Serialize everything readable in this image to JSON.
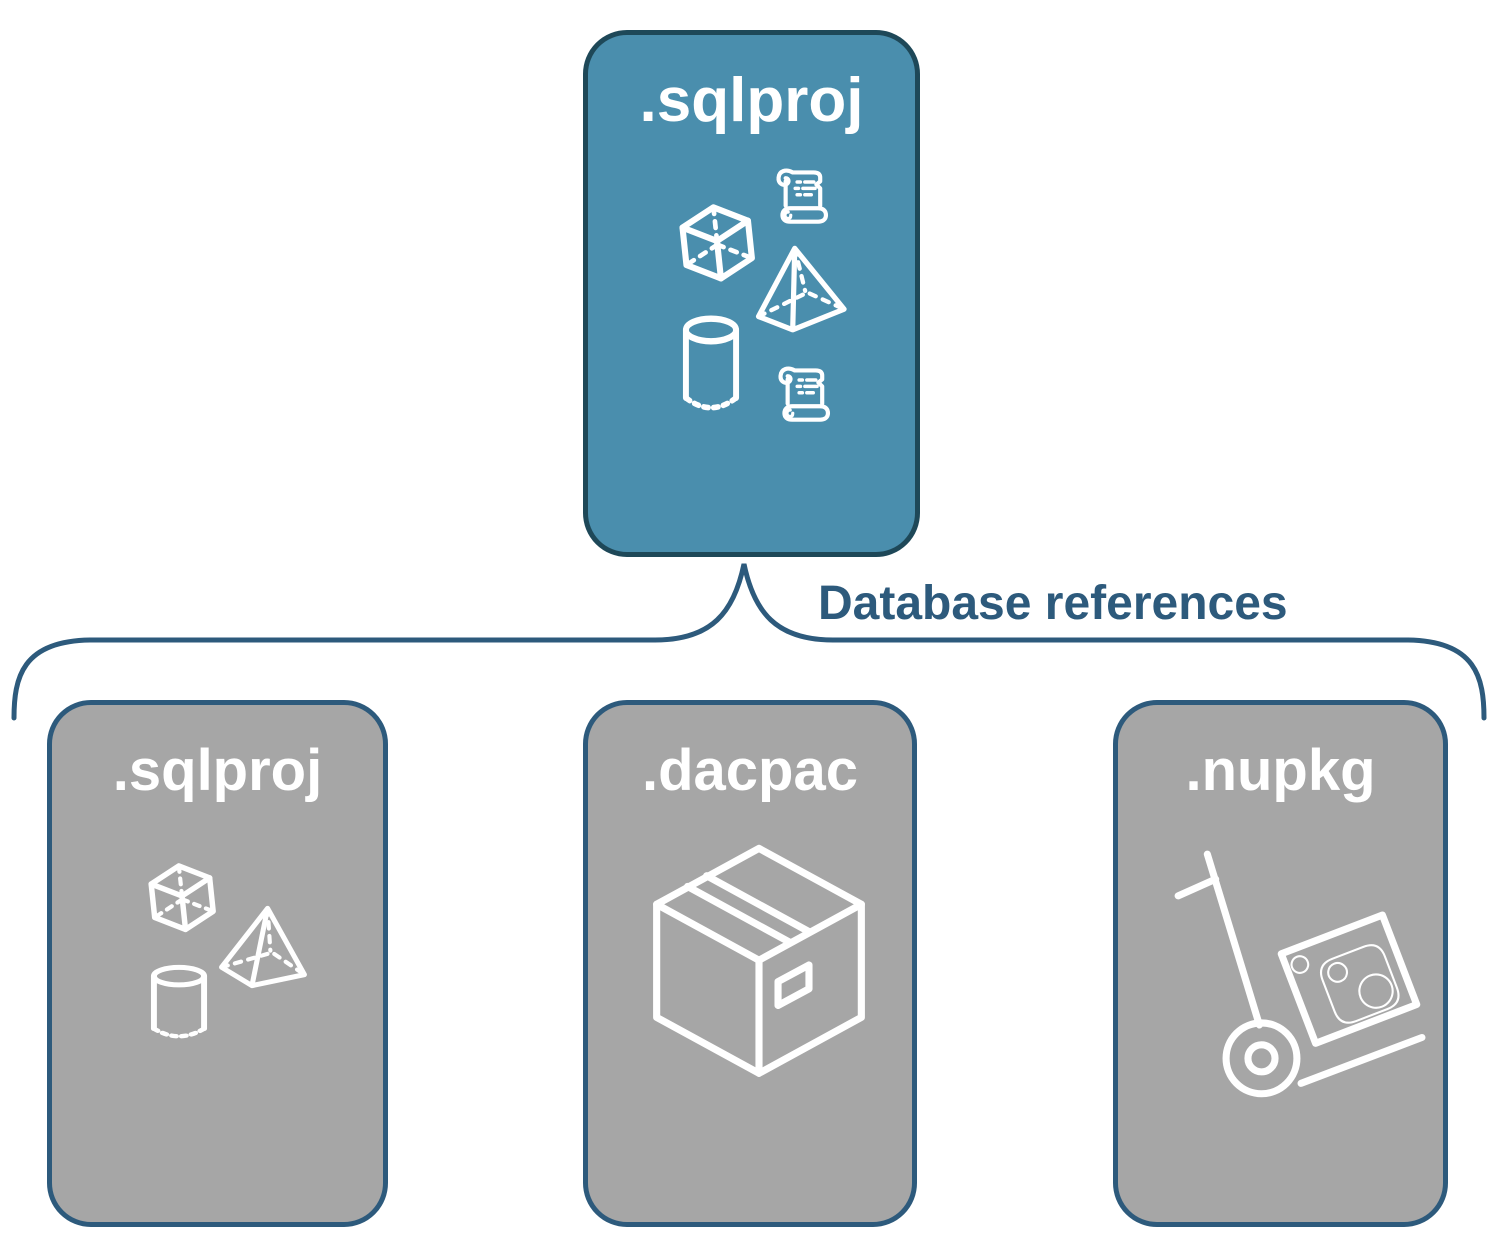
{
  "diagram": {
    "root": {
      "label": ".sqlproj",
      "icons": [
        "cube-icon",
        "scroll-icon",
        "pyramid-icon",
        "cylinder-icon",
        "scroll-icon"
      ]
    },
    "connector": {
      "label": "Database references"
    },
    "children": [
      {
        "label": ".sqlproj",
        "icons": [
          "cube-icon",
          "pyramid-icon",
          "cylinder-icon"
        ]
      },
      {
        "label": ".dacpac",
        "icons": [
          "package-box-icon"
        ]
      },
      {
        "label": ".nupkg",
        "icons": [
          "hand-truck-icon",
          "nuget-logo-icon"
        ]
      }
    ],
    "colors": {
      "root_fill": "#4a8ead",
      "root_border": "#1e4858",
      "child_fill": "#a6a6a6",
      "child_border": "#2d5a7c",
      "connector": "#2d5a7c",
      "label_text": "#ffffff"
    }
  }
}
